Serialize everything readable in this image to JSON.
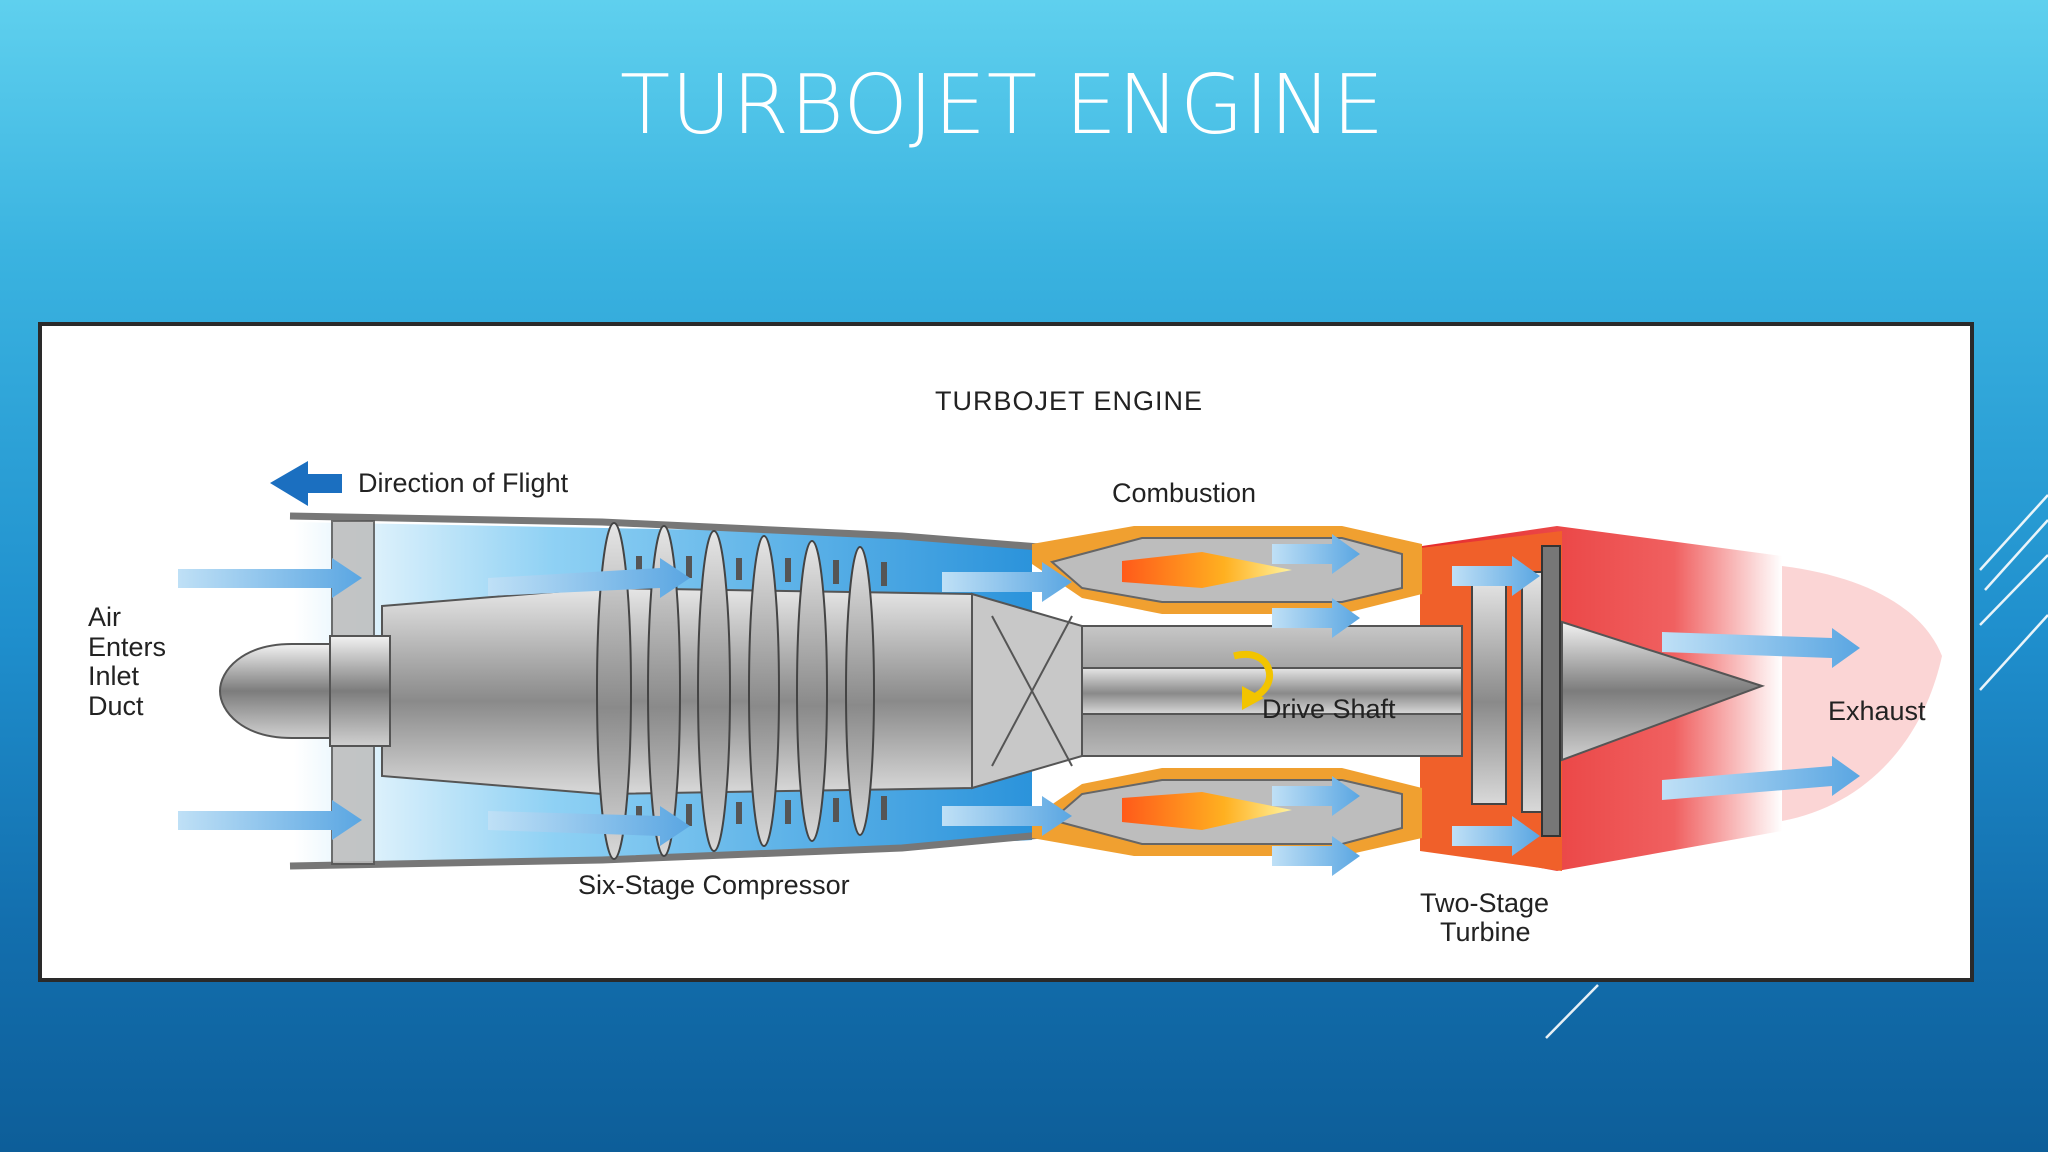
{
  "slide": {
    "title": "TURBOJET ENGINE"
  },
  "diagram": {
    "title": "TURBOJET ENGINE",
    "labels": {
      "direction": "Direction of Flight",
      "combustion": "Combustion",
      "air1": "Air",
      "air2": "Enters",
      "air3": "Inlet",
      "air4": "Duct",
      "drive_shaft": "Drive Shaft",
      "exhaust": "Exhaust",
      "compressor": "Six-Stage Compressor",
      "turbine1": "Two-Stage",
      "turbine2": "Turbine"
    }
  }
}
